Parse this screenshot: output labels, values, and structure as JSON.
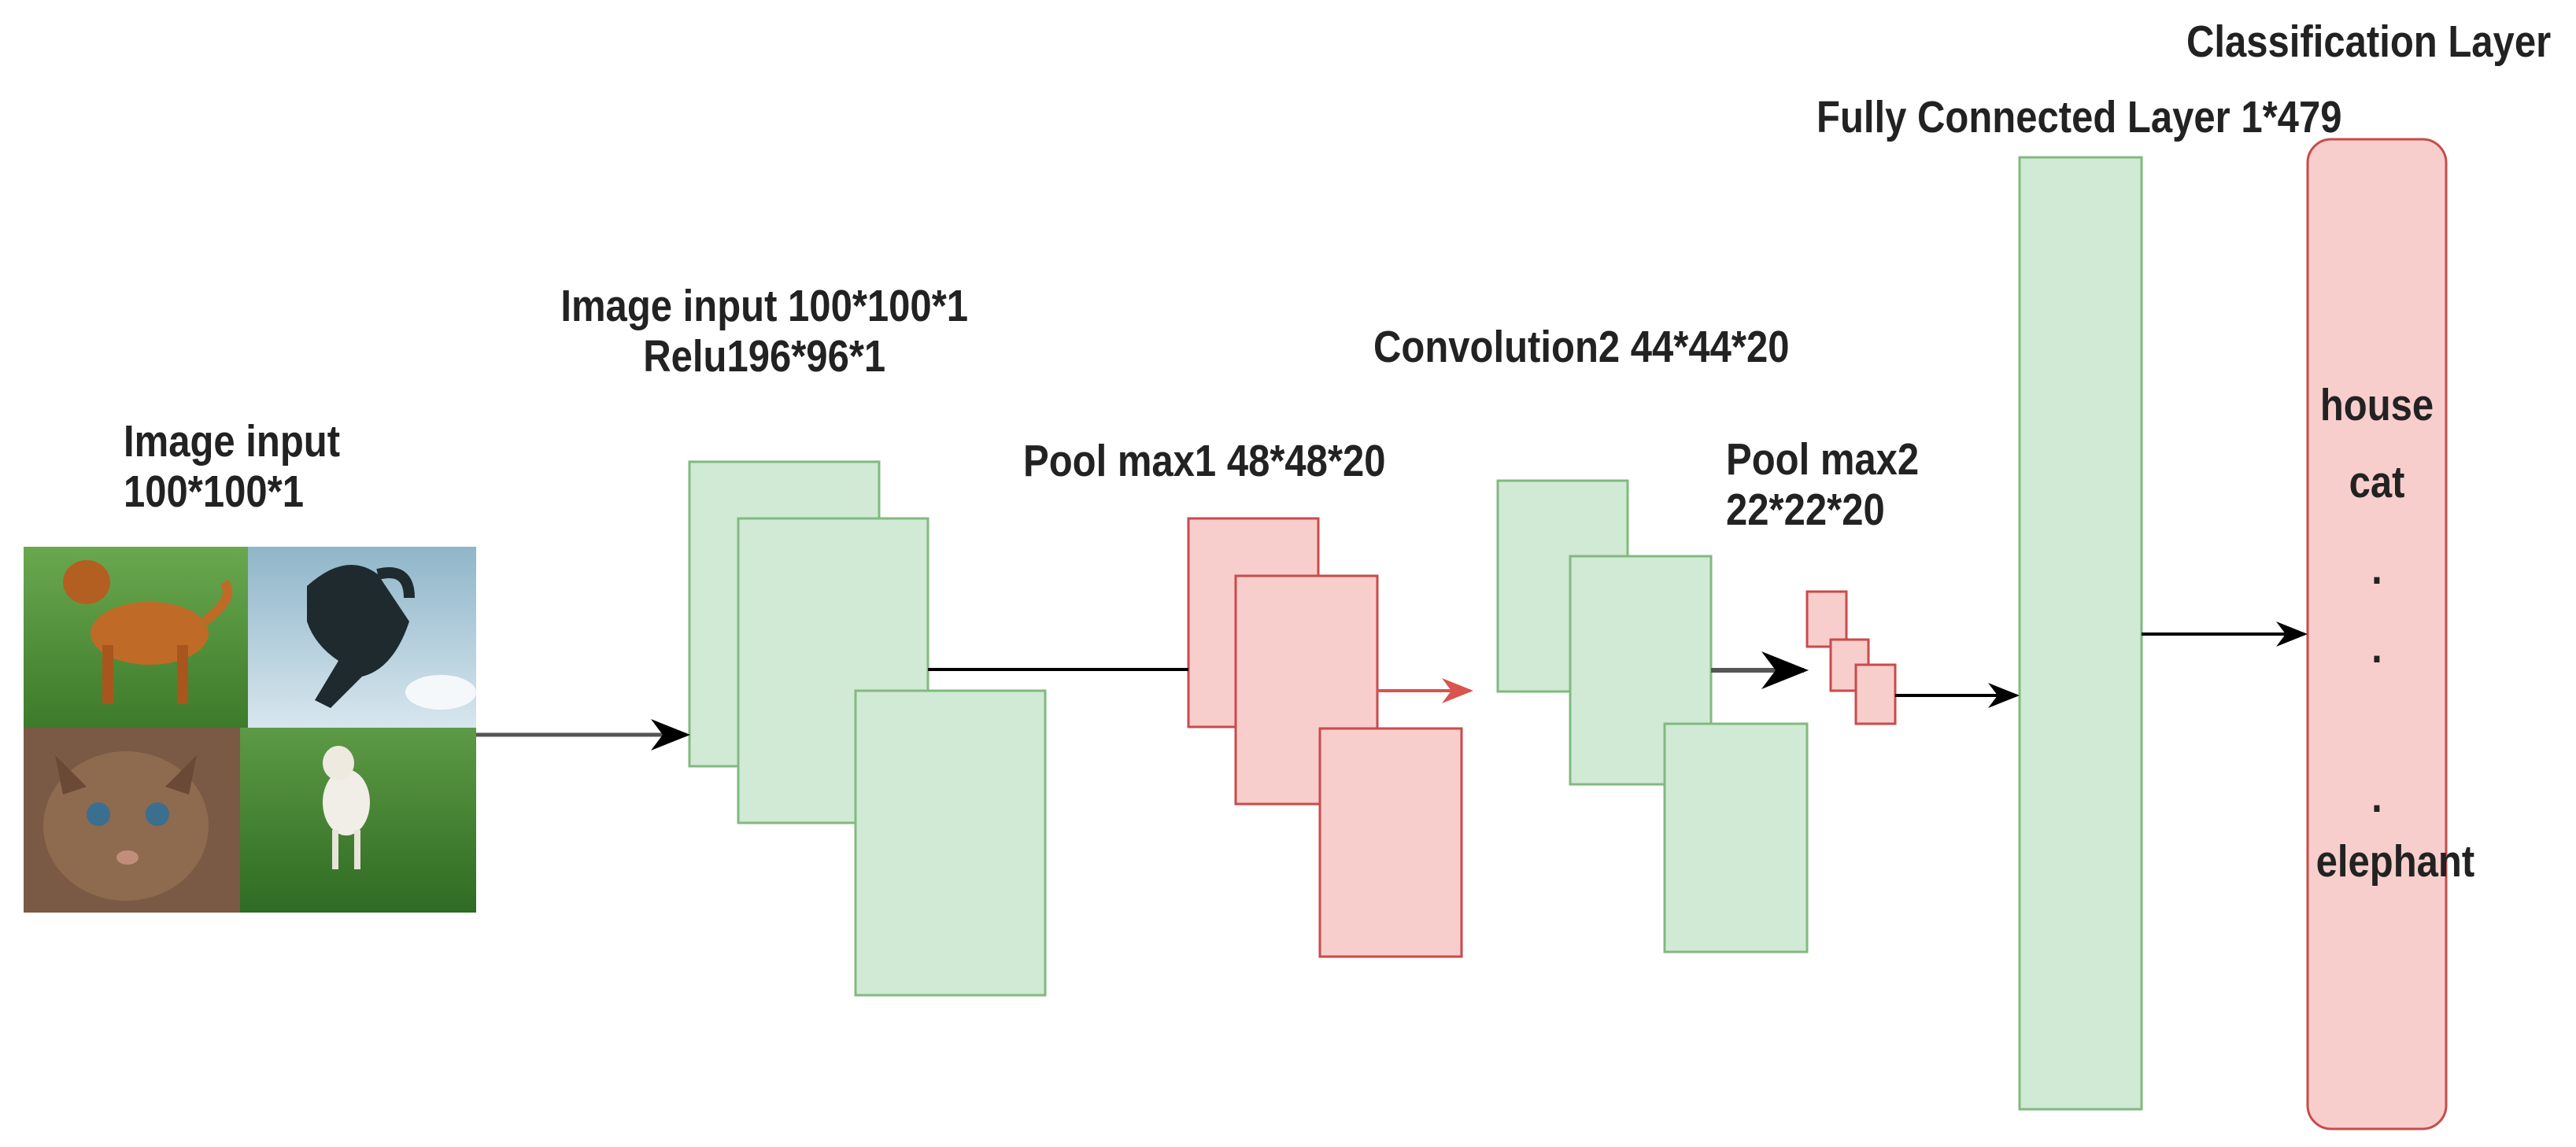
{
  "labels": {
    "input_image": [
      "Image input",
      "100*100*1"
    ],
    "conv1": [
      "Image input 100*100*1",
      "Relu196*96*1"
    ],
    "pool1": "Pool max1 48*48*20",
    "conv2": "Convolution2 44*44*20",
    "pool2": [
      "Pool max2",
      "22*22*20"
    ],
    "fully_connected": "Fully Connected Layer 1*479",
    "classification": "Classification Layer"
  },
  "classes": [
    "house",
    "cat",
    ".",
    ".",
    ".",
    "elephant"
  ],
  "input_images": [
    "dog",
    "horse",
    "cat",
    "lamb"
  ],
  "colors": {
    "green_fill": "#d0ead5",
    "green_stroke": "#82b97f",
    "red_fill": "#f8cecc",
    "red_stroke": "#c94b4b",
    "red_arrow": "#d9534f",
    "arrow": "#000000"
  }
}
